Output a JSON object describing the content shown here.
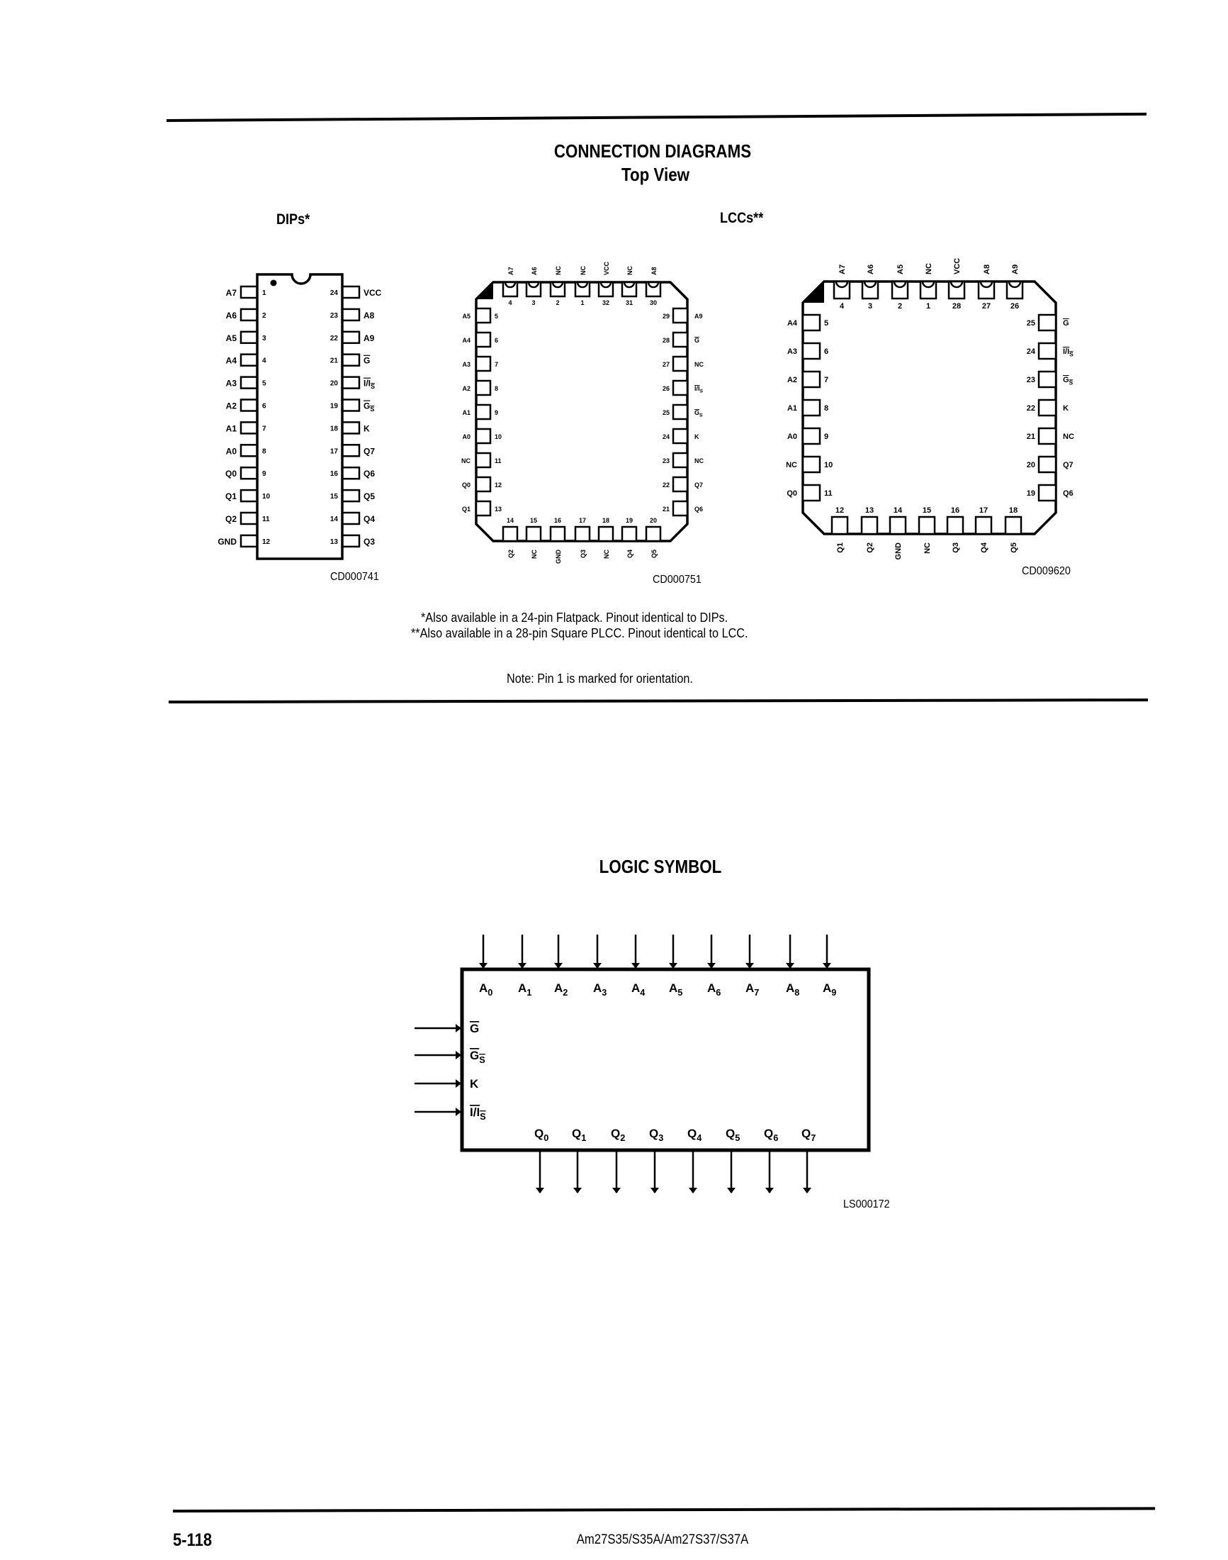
{
  "connection_diagrams": {
    "title": "CONNECTION DIAGRAMS",
    "subtitle": "Top View",
    "dip_heading": "DIPs*",
    "lcc_heading": "LCCs**",
    "dip": {
      "code": "CD000741",
      "left_pins": [
        {
          "num": "1",
          "label": "A7"
        },
        {
          "num": "2",
          "label": "A6"
        },
        {
          "num": "3",
          "label": "A5"
        },
        {
          "num": "4",
          "label": "A4"
        },
        {
          "num": "5",
          "label": "A3"
        },
        {
          "num": "6",
          "label": "A2"
        },
        {
          "num": "7",
          "label": "A1"
        },
        {
          "num": "8",
          "label": "A0"
        },
        {
          "num": "9",
          "label": "Q0"
        },
        {
          "num": "10",
          "label": "Q1"
        },
        {
          "num": "11",
          "label": "Q2"
        },
        {
          "num": "12",
          "label": "GND"
        }
      ],
      "right_pins": [
        {
          "num": "24",
          "label": "VCC"
        },
        {
          "num": "23",
          "label": "A8"
        },
        {
          "num": "22",
          "label": "A9"
        },
        {
          "num": "21",
          "label": "G",
          "bar": true
        },
        {
          "num": "20",
          "label": "I/I",
          "sub": "S",
          "bar": true
        },
        {
          "num": "19",
          "label": "G",
          "sub": "S",
          "bar": true
        },
        {
          "num": "18",
          "label": "K"
        },
        {
          "num": "17",
          "label": "Q7"
        },
        {
          "num": "16",
          "label": "Q6"
        },
        {
          "num": "15",
          "label": "Q5"
        },
        {
          "num": "14",
          "label": "Q4"
        },
        {
          "num": "13",
          "label": "Q3"
        }
      ]
    },
    "lcc32": {
      "code": "CD000751",
      "top_pins": [
        {
          "num": "4",
          "label": "A7"
        },
        {
          "num": "3",
          "label": "A6"
        },
        {
          "num": "2",
          "label": "NC"
        },
        {
          "num": "1",
          "label": "NC"
        },
        {
          "num": "32",
          "label": "VCC"
        },
        {
          "num": "31",
          "label": "NC"
        },
        {
          "num": "30",
          "label": "A8"
        }
      ],
      "left_pins": [
        {
          "num": "5",
          "label": "A5"
        },
        {
          "num": "6",
          "label": "A4"
        },
        {
          "num": "7",
          "label": "A3"
        },
        {
          "num": "8",
          "label": "A2"
        },
        {
          "num": "9",
          "label": "A1"
        },
        {
          "num": "10",
          "label": "A0"
        },
        {
          "num": "11",
          "label": "NC"
        },
        {
          "num": "12",
          "label": "Q0"
        },
        {
          "num": "13",
          "label": "Q1"
        }
      ],
      "right_pins": [
        {
          "num": "29",
          "label": "A9"
        },
        {
          "num": "28",
          "label": "G",
          "bar": true
        },
        {
          "num": "27",
          "label": "NC"
        },
        {
          "num": "26",
          "label": "I/I",
          "sub": "S",
          "bar": true
        },
        {
          "num": "25",
          "label": "G",
          "sub": "S",
          "bar": true
        },
        {
          "num": "24",
          "label": "K"
        },
        {
          "num": "23",
          "label": "NC"
        },
        {
          "num": "22",
          "label": "Q7"
        },
        {
          "num": "21",
          "label": "Q6"
        }
      ],
      "bottom_pins": [
        {
          "num": "14",
          "label": "Q2"
        },
        {
          "num": "15",
          "label": "NC"
        },
        {
          "num": "16",
          "label": "GND"
        },
        {
          "num": "17",
          "label": "Q3"
        },
        {
          "num": "18",
          "label": "NC"
        },
        {
          "num": "19",
          "label": "Q4"
        },
        {
          "num": "20",
          "label": "Q5"
        }
      ]
    },
    "lcc28": {
      "code": "CD009620",
      "top_pins": [
        {
          "num": "4",
          "label": "A7"
        },
        {
          "num": "3",
          "label": "A6"
        },
        {
          "num": "2",
          "label": "A5"
        },
        {
          "num": "1",
          "label": "NC"
        },
        {
          "num": "28",
          "label": "VCC"
        },
        {
          "num": "27",
          "label": "A8"
        },
        {
          "num": "26",
          "label": "A9"
        }
      ],
      "left_pins": [
        {
          "num": "5",
          "label": "A4"
        },
        {
          "num": "6",
          "label": "A3"
        },
        {
          "num": "7",
          "label": "A2"
        },
        {
          "num": "8",
          "label": "A1"
        },
        {
          "num": "9",
          "label": "A0"
        },
        {
          "num": "10",
          "label": "NC"
        },
        {
          "num": "11",
          "label": "Q0"
        }
      ],
      "right_pins": [
        {
          "num": "25",
          "label": "G",
          "bar": true
        },
        {
          "num": "24",
          "label": "I/I",
          "sub": "S",
          "bar": true
        },
        {
          "num": "23",
          "label": "G",
          "sub": "S",
          "bar": true
        },
        {
          "num": "22",
          "label": "K"
        },
        {
          "num": "21",
          "label": "NC"
        },
        {
          "num": "20",
          "label": "Q7"
        },
        {
          "num": "19",
          "label": "Q6"
        }
      ],
      "bottom_pins": [
        {
          "num": "12",
          "label": "Q1"
        },
        {
          "num": "13",
          "label": "Q2"
        },
        {
          "num": "14",
          "label": "GND"
        },
        {
          "num": "15",
          "label": "NC"
        },
        {
          "num": "16",
          "label": "Q3"
        },
        {
          "num": "17",
          "label": "Q4"
        },
        {
          "num": "18",
          "label": "Q5"
        }
      ]
    },
    "footnote_1": "*Also available in a 24-pin Flatpack. Pinout identical to DIPs.",
    "footnote_2": "**Also available in a 28-pin Square PLCC. Pinout identical to LCC.",
    "note": "Note: Pin 1 is marked for orientation."
  },
  "logic_symbol": {
    "title": "LOGIC SYMBOL",
    "code": "LS000172",
    "address_inputs": [
      {
        "label": "A",
        "sub": "0"
      },
      {
        "label": "A",
        "sub": "1"
      },
      {
        "label": "A",
        "sub": "2"
      },
      {
        "label": "A",
        "sub": "3"
      },
      {
        "label": "A",
        "sub": "4"
      },
      {
        "label": "A",
        "sub": "5"
      },
      {
        "label": "A",
        "sub": "6"
      },
      {
        "label": "A",
        "sub": "7"
      },
      {
        "label": "A",
        "sub": "8"
      },
      {
        "label": "A",
        "sub": "9"
      }
    ],
    "control_inputs": [
      {
        "label": "G",
        "bar": true
      },
      {
        "label": "G",
        "sub": "S",
        "bar": true
      },
      {
        "label": "K"
      },
      {
        "label": "I/I",
        "sub": "S",
        "bar": true
      }
    ],
    "outputs": [
      {
        "label": "Q",
        "sub": "0"
      },
      {
        "label": "Q",
        "sub": "1"
      },
      {
        "label": "Q",
        "sub": "2"
      },
      {
        "label": "Q",
        "sub": "3"
      },
      {
        "label": "Q",
        "sub": "4"
      },
      {
        "label": "Q",
        "sub": "5"
      },
      {
        "label": "Q",
        "sub": "6"
      },
      {
        "label": "Q",
        "sub": "7"
      }
    ]
  },
  "footer": {
    "page_number": "5-118",
    "document_title": "Am27S35/S35A/Am27S37/S37A"
  }
}
